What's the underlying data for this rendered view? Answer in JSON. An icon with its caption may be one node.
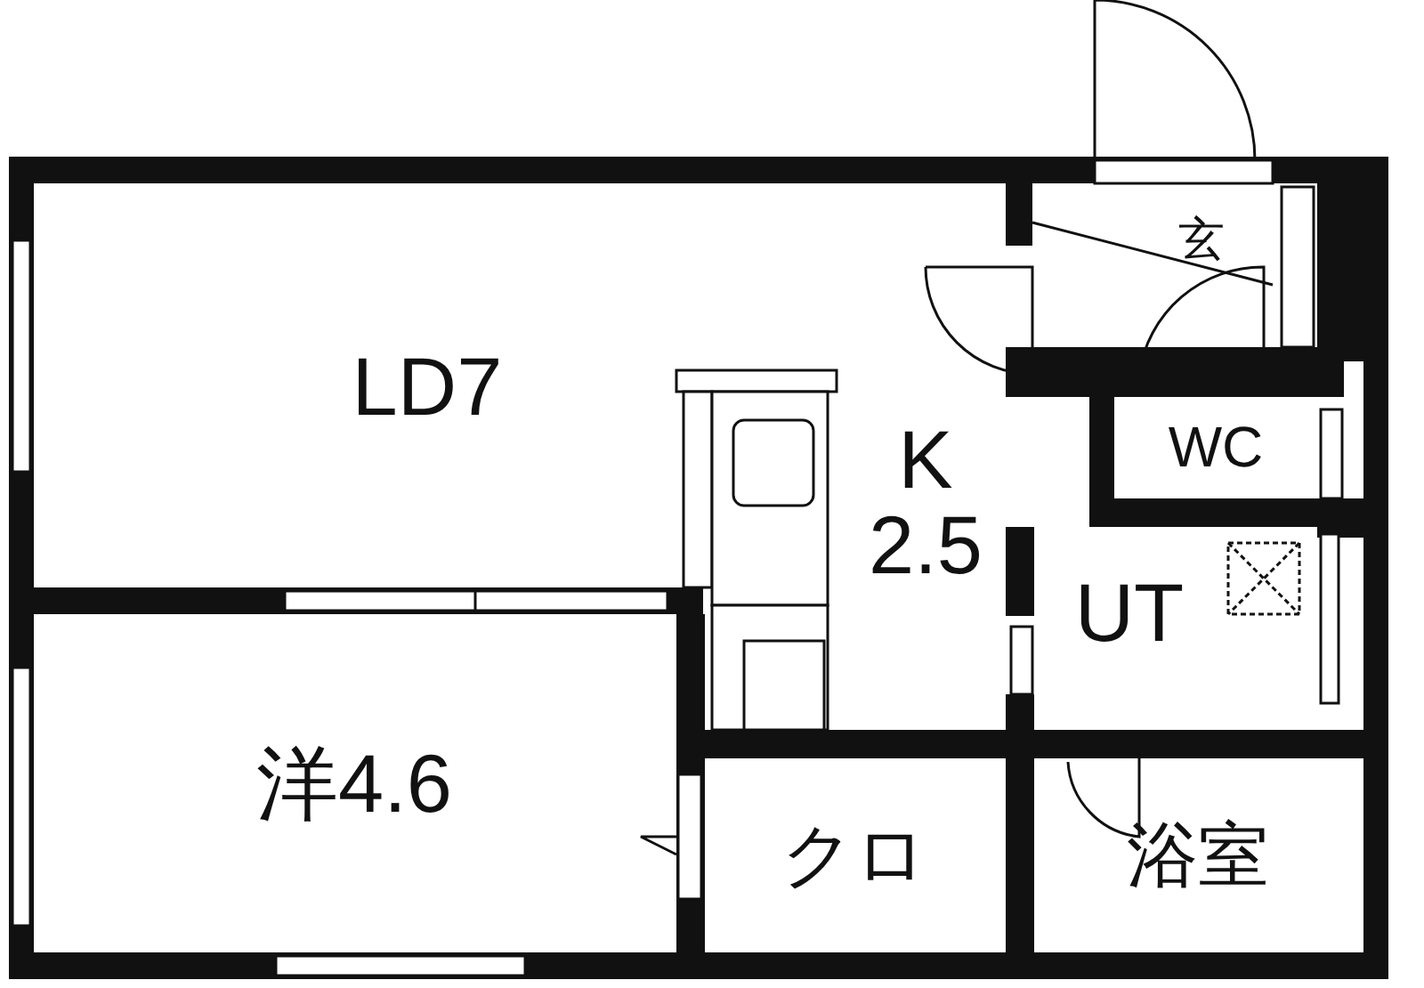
{
  "diagram": {
    "nodes": [
      {
        "text": [
          "LD7"
        ]
      },
      {
        "text": [
          "K 2.5"
        ]
      },
      {
        "text": [
          "玄"
        ]
      },
      {
        "text": [
          "WC"
        ]
      },
      {
        "text": [
          "UT"
        ]
      },
      {
        "text": [
          "洋4.6"
        ]
      },
      {
        "text": [
          "クロ"
        ]
      },
      {
        "text": [
          "浴室"
        ]
      }
    ]
  }
}
